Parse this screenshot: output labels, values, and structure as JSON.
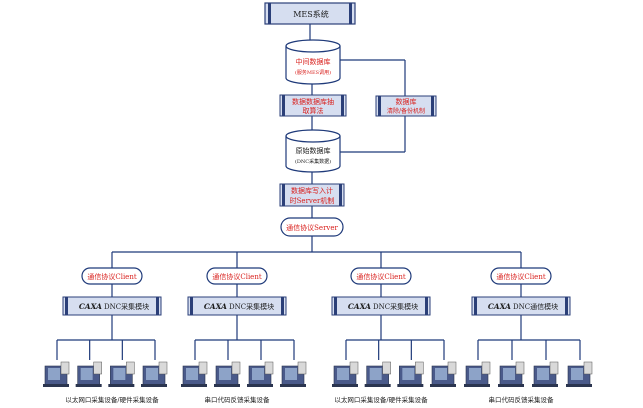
{
  "colors": {
    "line": "#1f3a7a",
    "red_text": "#d9211e",
    "dark_text": "#1a1a1a",
    "box_fill": "#d6def0",
    "box_border": "#2b3f78",
    "cyl_fill": "#ffffff",
    "machine_body": "#4a5a8a",
    "machine_panel": "#d9d9d9"
  },
  "top": {
    "title": "MES系统"
  },
  "central_db": {
    "line1": "中间数据库",
    "line2": "(服务MES调用)"
  },
  "extract_box": {
    "line1": "数据数据库抽",
    "line2": "取算法"
  },
  "backup_box": {
    "line1": "数据库",
    "line2": "清除/备份机制"
  },
  "local_db": {
    "line1": "原始数据库",
    "line2": "(DNC采集数据)"
  },
  "write_box": {
    "line1": "数据库写入计",
    "line2": "时Server机制"
  },
  "server": {
    "label": "通信协议Server"
  },
  "clients": [
    {
      "label": "通信协议Client",
      "module_brand": "CAXA",
      "module_text": "DNC采集模块",
      "caption": "以太网口采集设备/硬件采集设备"
    },
    {
      "label": "通信协议Client",
      "module_brand": "CAXA",
      "module_text": "DNC采集模块",
      "caption": "串口代码反馈采集设备"
    },
    {
      "label": "通信协议Client",
      "module_brand": "CAXA",
      "module_text": "DNC采集模块",
      "caption": "以太网口采集设备/硬件采集设备"
    },
    {
      "label": "通信协议Client",
      "module_brand": "CAXA",
      "module_text": "DNC通信模块",
      "caption": "串口代码反馈采集设备"
    }
  ],
  "icons": {
    "machine": "cnc-machine-icon"
  }
}
